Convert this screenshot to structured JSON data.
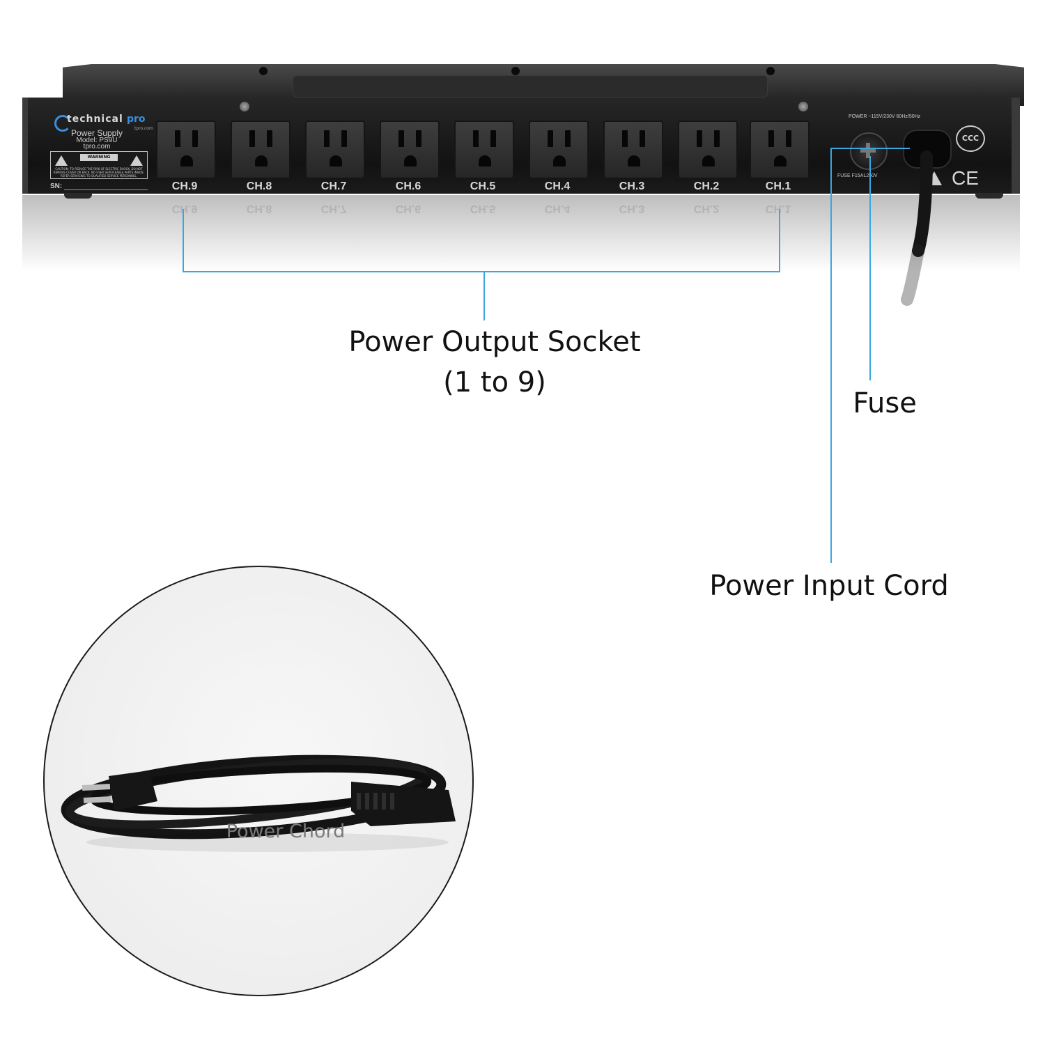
{
  "device": {
    "brand": {
      "name": "technical",
      "accent": "pro",
      "url_small": "tpro.com"
    },
    "info_lines": [
      "Power Supply",
      "Model: PS9U",
      "tpro.com"
    ],
    "warning": {
      "title": "WARNING",
      "text": "CAUTION: TO REDUCE THE RISK OF ELECTRIC SHOCK, DO NOT REMOVE COVER OR BACK. NO USER SERVICEABLE PARTS INSIDE. REFER SERVICING TO QUALIFIED SERVICE PERSONNEL."
    },
    "serial_label": "SN:",
    "channels": [
      "CH.9",
      "CH.8",
      "CH.7",
      "CH.6",
      "CH.5",
      "CH.4",
      "CH.3",
      "CH.2",
      "CH.1"
    ],
    "power_rating": "POWER ~115V/230V 60Hz/50Hz",
    "fuse_rating": "FUSE F15AL250V",
    "ccc_mark": "CCC",
    "ce_mark": "CE"
  },
  "callouts": {
    "output_sockets_line1": "Power Output Socket",
    "output_sockets_line2": "(1 to 9)",
    "fuse": "Fuse",
    "input_cord": "Power Input Cord"
  },
  "inset": {
    "caption": "Power Chord"
  },
  "colors": {
    "callout_line": "#3aa7df",
    "device_body": "#1a1a1a",
    "brand_accent": "#3a8fe0",
    "caption_gray": "#7b7b7b"
  }
}
